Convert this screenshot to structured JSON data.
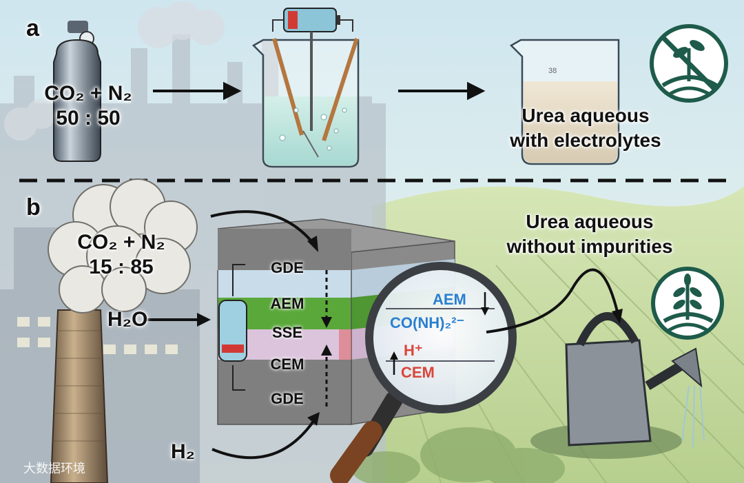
{
  "panels": {
    "a": "a",
    "b": "b"
  },
  "panel_a": {
    "gas_line1": "CO₂ + N₂",
    "gas_ratio": "50 : 50",
    "product_line1": "Urea aqueous",
    "product_line2": "with electrolytes",
    "beaker_mark": "38"
  },
  "panel_b": {
    "gas_line1": "CO₂ + N₂",
    "gas_ratio": "15 : 85",
    "water": "H₂O",
    "hydrogen": "H₂",
    "layers": [
      "GDE",
      "AEM",
      "SSE",
      "CEM",
      "GDE"
    ],
    "magnifier": {
      "aem": "AEM",
      "urea_anion": "CO(NH)₂²⁻",
      "proton": "H⁺",
      "cem": "CEM"
    },
    "product_line1": "Urea aqueous",
    "product_line2": "without impurities"
  },
  "watermark": "大数据环境",
  "colors": {
    "aem_blue": "#2a7fd0",
    "cem_red": "#d9453a",
    "sse_green": "#5aa83a",
    "icon_green": "#1e5b4a"
  }
}
